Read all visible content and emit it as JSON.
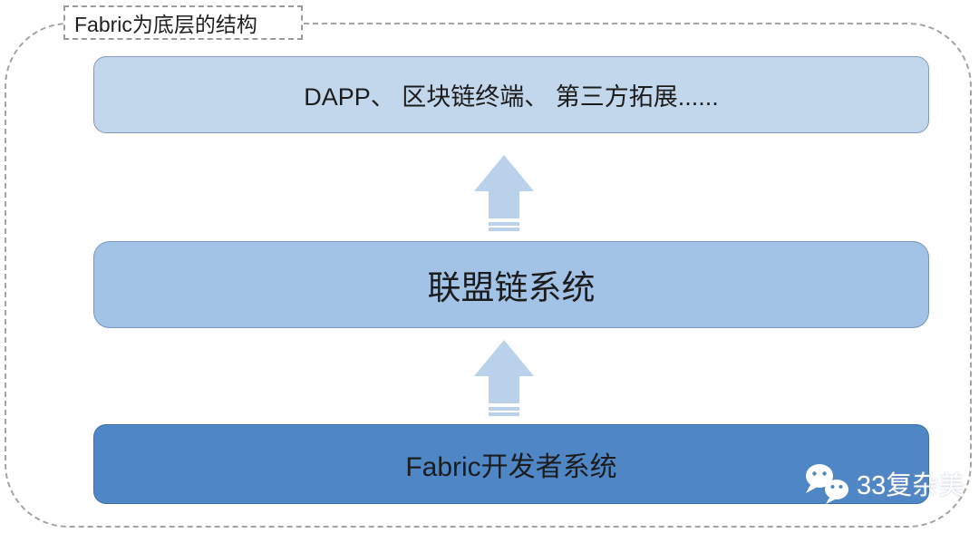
{
  "diagram": {
    "container_label": "Fabric为底层的结构",
    "layers": [
      {
        "id": "application-layer",
        "label": "DAPP、 区块链终端、 第三方拓展......",
        "fill": "#c3d7ec"
      },
      {
        "id": "consortium-chain-layer",
        "label": "联盟链系统",
        "fill": "#a2c2e6"
      },
      {
        "id": "fabric-developer-layer",
        "label": "Fabric开发者系统",
        "fill": "#4f86c6"
      }
    ],
    "arrows": [
      {
        "id": "arrow-fabric-to-consortium",
        "direction": "up",
        "fill": "#b9d1ea"
      },
      {
        "id": "arrow-consortium-to-application",
        "direction": "up",
        "fill": "#b9d1ea"
      }
    ]
  },
  "watermark": {
    "icon": "wechat-icon",
    "text": "33复杂美"
  },
  "colors": {
    "dashed_border": "#a3a3a3",
    "label_border": "#9a9a9a",
    "text": "#1f1f1f",
    "arrow_fill": "#b9d1ea",
    "watermark_text": "#ffffff",
    "wechat_eye": "#4f86c6"
  }
}
